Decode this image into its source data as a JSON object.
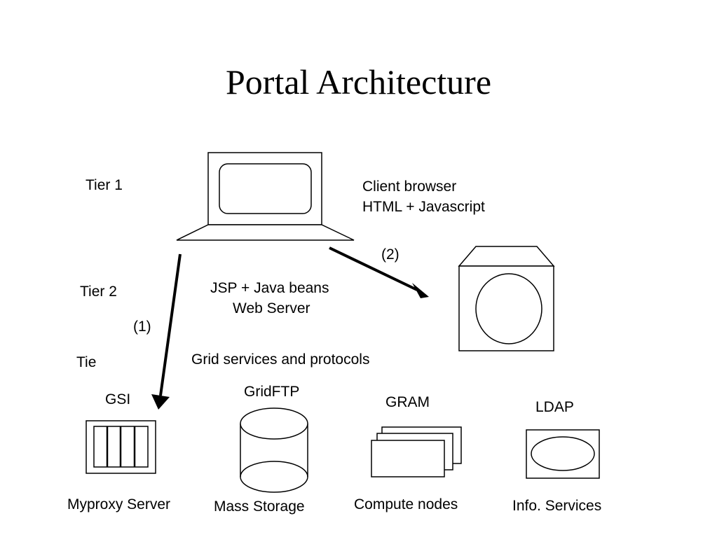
{
  "title": "Portal Architecture",
  "tiers": {
    "tier1": "Tier 1",
    "tier2": "Tier 2",
    "tier3": "Tie"
  },
  "client": {
    "line1": "Client browser",
    "line2": "HTML + Javascript"
  },
  "web_server": {
    "line1": "JSP + Java beans",
    "line2": "Web Server"
  },
  "arrows": {
    "arrow1": "(1)",
    "arrow2": "(2)"
  },
  "grid_services": "Grid services and protocols",
  "components": [
    {
      "protocol": "GSI",
      "label": "Myproxy Server"
    },
    {
      "protocol": "GridFTP",
      "label": "Mass Storage"
    },
    {
      "protocol": "GRAM",
      "label": "Compute nodes"
    },
    {
      "protocol": "LDAP",
      "label": "Info. Services"
    }
  ]
}
